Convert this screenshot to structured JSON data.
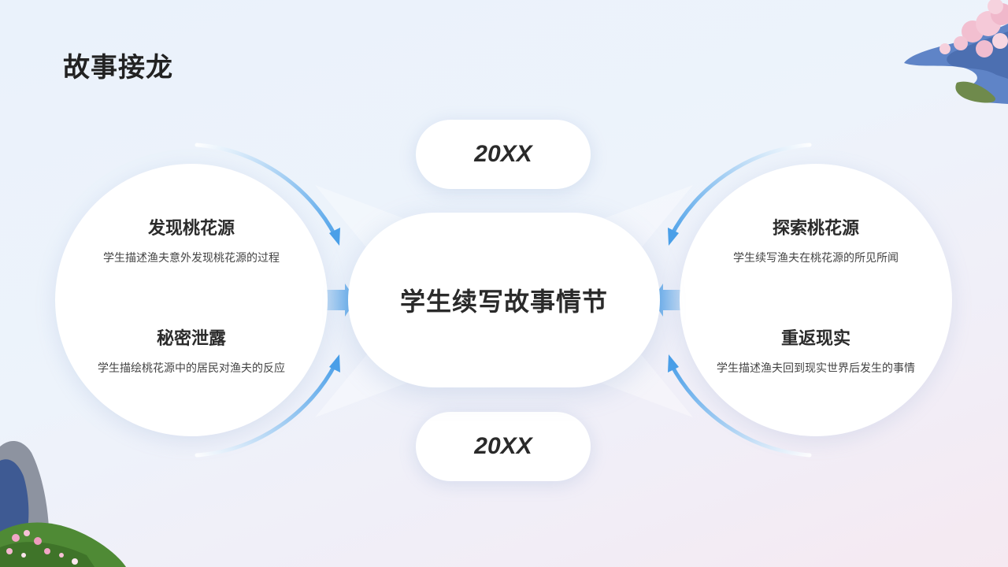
{
  "page": {
    "title": "故事接龙"
  },
  "center": {
    "label": "学生续写故事情节"
  },
  "year_top": "20XX",
  "year_bottom": "20XX",
  "left_items": [
    {
      "title": "发现桃花源",
      "desc": "学生描述渔夫意外发现桃花源的过程"
    },
    {
      "title": "秘密泄露",
      "desc": "学生描绘桃花源中的居民对渔夫的反应"
    }
  ],
  "right_items": [
    {
      "title": "探索桃花源",
      "desc": "学生续写渔夫在桃花源的所见所闻"
    },
    {
      "title": "重返现实",
      "desc": "学生描述渔夫回到现实世界后发生的事情"
    }
  ],
  "colors": {
    "accent": "#4a9fe8",
    "text": "#2a2a2a"
  },
  "decorations": [
    "cherry-blossom-tree-illustration",
    "rock-and-flowers-illustration"
  ]
}
